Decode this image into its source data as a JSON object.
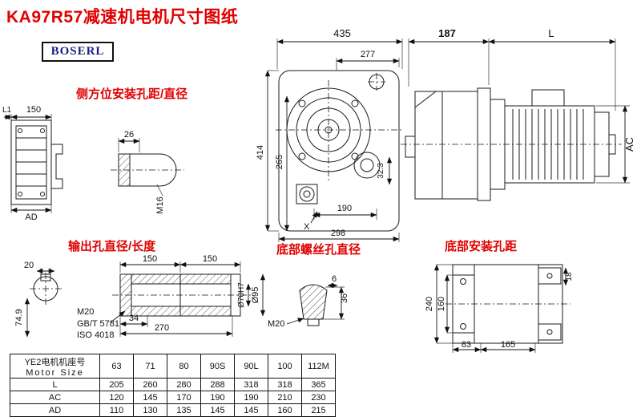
{
  "title": "KA97R57减速机电机尺寸图纸",
  "logo": "BOSERL",
  "labels": {
    "side_mount": "侧方位安装孔距/直径",
    "output_hole": "输出孔直径/长度",
    "bottom_screw": "底部螺丝孔直径",
    "bottom_mount": "底部安装孔距"
  },
  "front_view": {
    "w435": "435",
    "w277": "277",
    "h414": "414",
    "h265": "265",
    "d32": "32.3",
    "w190": "190",
    "w298": "298",
    "x": "X"
  },
  "side_view": {
    "w187": "187",
    "L": "L",
    "AC": "AC"
  },
  "flange_view": {
    "L1": "L1",
    "w150": "150",
    "AD": "AD"
  },
  "shaft_stub": {
    "w26": "26",
    "m16": "M16"
  },
  "output_view": {
    "w20": "20",
    "seg1": "150",
    "seg2": "150",
    "h749": "74.9",
    "m20": "M20",
    "std_gb": "GB/T 5781",
    "std_iso": "ISO 4018",
    "w34": "34",
    "w270": "270",
    "d70": "Ø70H7",
    "d95": "Ø95"
  },
  "bolt_view": {
    "h36": "36",
    "w6": "6",
    "m20": "M20"
  },
  "bottom_view": {
    "h240": "240",
    "h160": "160",
    "w83": "83",
    "w165": "165",
    "d18": "18"
  },
  "table": {
    "header_cn": "YE2电机机座号",
    "header_en": "Motor Size",
    "sizes": [
      "63",
      "71",
      "80",
      "90S",
      "90L",
      "100",
      "112M"
    ],
    "rows": [
      {
        "label": "L",
        "values": [
          "205",
          "260",
          "280",
          "288",
          "318",
          "318",
          "365"
        ]
      },
      {
        "label": "AC",
        "values": [
          "120",
          "145",
          "170",
          "190",
          "190",
          "210",
          "230"
        ]
      },
      {
        "label": "AD",
        "values": [
          "110",
          "130",
          "135",
          "145",
          "145",
          "160",
          "215"
        ]
      }
    ]
  }
}
